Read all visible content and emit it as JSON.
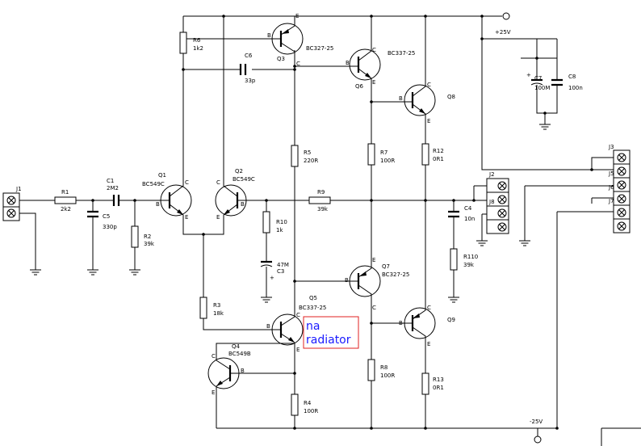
{
  "rails": {
    "pos": "+25V",
    "neg": "-25V"
  },
  "connectors": {
    "j1": "J1",
    "j2": "J2",
    "j3": "J3",
    "j5": "J5",
    "j6": "J6",
    "j7": "J7",
    "j8": "J8"
  },
  "transistors": {
    "q1": {
      "ref": "Q1",
      "type": "BC549C"
    },
    "q2": {
      "ref": "Q2",
      "type": "BC549C"
    },
    "q3": {
      "ref": "Q3",
      "type": "BC327-25"
    },
    "q4": {
      "ref": "Q4",
      "type": "BC549B"
    },
    "q5": {
      "ref": "Q5",
      "type": "BC337-25"
    },
    "q6": {
      "ref": "Q6",
      "type": "BC337-25"
    },
    "q7": {
      "ref": "Q7",
      "type": "BC327-25"
    },
    "q8": {
      "ref": "Q8",
      "type": ""
    },
    "q9": {
      "ref": "Q9",
      "type": ""
    }
  },
  "resistors": {
    "r1": {
      "ref": "R1",
      "value": "2k2"
    },
    "r2": {
      "ref": "R2",
      "value": "39k"
    },
    "r3": {
      "ref": "R3",
      "value": "18k"
    },
    "r4": {
      "ref": "R4",
      "value": "100R"
    },
    "r5": {
      "ref": "R5",
      "value": "220R"
    },
    "r6": {
      "ref": "R6",
      "value": "1k2"
    },
    "r7": {
      "ref": "R7",
      "value": "100R"
    },
    "r8": {
      "ref": "R8",
      "value": "100R"
    },
    "r9": {
      "ref": "R9",
      "value": "39k"
    },
    "r10": {
      "ref": "R10",
      "value": "1k"
    },
    "r12": {
      "ref": "R12",
      "value": "0R1"
    },
    "r13": {
      "ref": "R13",
      "value": "0R1"
    },
    "r110": {
      "ref": "R110",
      "value": "39k"
    }
  },
  "capacitors": {
    "c1": {
      "ref": "C1",
      "value": "2M2"
    },
    "c3": {
      "ref": "C3",
      "value": "47M"
    },
    "c4": {
      "ref": "C4",
      "value": "10n"
    },
    "c5": {
      "ref": "C5",
      "value": "330p"
    },
    "c6": {
      "ref": "C6",
      "value": "33p"
    },
    "c7": {
      "ref": "C7",
      "value": "100M"
    },
    "c8": {
      "ref": "C8",
      "value": "100n"
    }
  },
  "pins": {
    "b": "B",
    "c": "C",
    "e": "E",
    "plus": "+"
  },
  "annotation": {
    "line1": "na",
    "line2": "radiator",
    "color": "#1a1aff",
    "border": "#e02020"
  }
}
